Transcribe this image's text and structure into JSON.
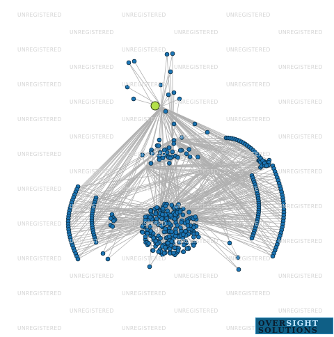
{
  "watermark": "UNREGISTERED",
  "brand": {
    "line1_a": "OVER",
    "line1_b": "SIGHT",
    "line2": "SOLUTIONS"
  },
  "colors": {
    "background": "#ffffff",
    "edge": "#b0b0b0",
    "node_fill": "#1b75b5",
    "node_stroke": "#0a2a40",
    "focus_node_fill": "#b3e04a",
    "watermark": "#d4d4d4",
    "logo_bg": "#0f5f86"
  },
  "graph": {
    "node_count": 420,
    "focus_node_count": 1
  }
}
